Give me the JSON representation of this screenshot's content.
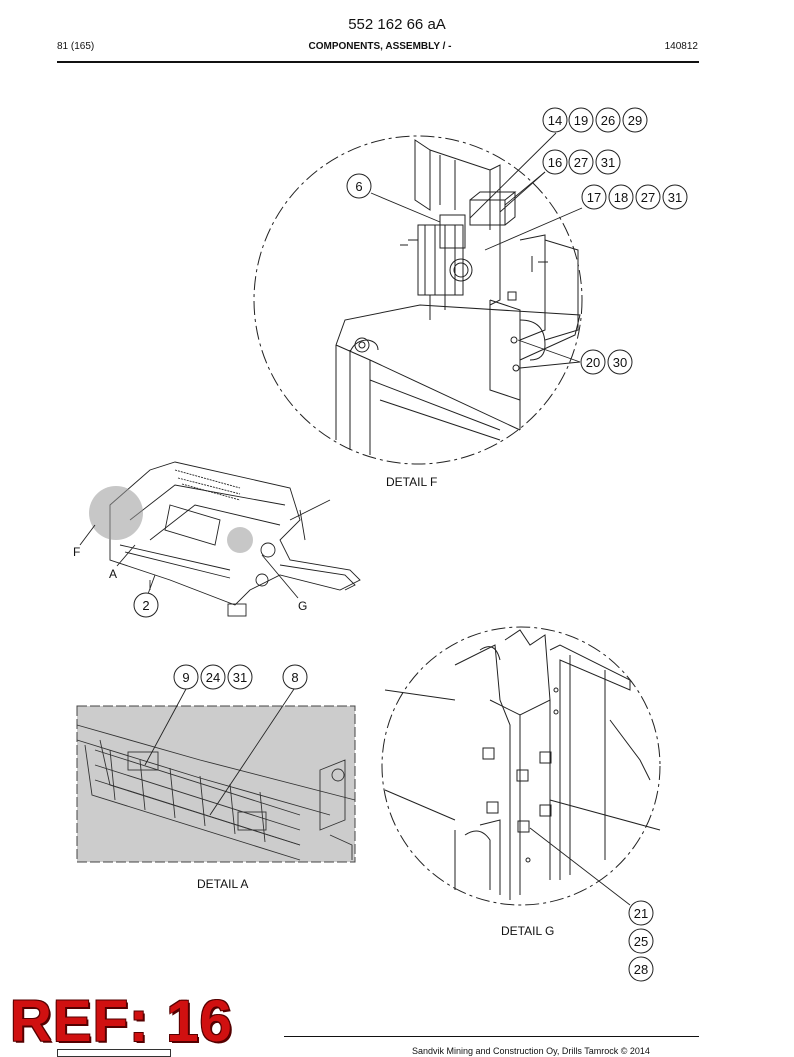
{
  "header": {
    "doc_number": "552 162 66 aA",
    "page": "81 (165)",
    "section": "COMPONENTS, ASSEMBLY / -",
    "date": "140812"
  },
  "details": {
    "f": {
      "caption": "DETAIL F",
      "callouts": [
        "14",
        "19",
        "26",
        "29",
        "16",
        "27",
        "31",
        "6",
        "17",
        "18",
        "27",
        "31",
        "20",
        "30"
      ]
    },
    "overview": {
      "letters": [
        "F",
        "A",
        "G"
      ],
      "callouts": [
        "2"
      ]
    },
    "a": {
      "caption": "DETAIL A",
      "callouts": [
        "9",
        "24",
        "31",
        "8"
      ]
    },
    "g": {
      "caption": "DETAIL G",
      "callouts": [
        "21",
        "25",
        "28"
      ]
    }
  },
  "stamp": "REF: 16",
  "footer": {
    "text": "Sandvik Mining and Construction Oy, Drills Tamrock © 2014"
  },
  "colors": {
    "stamp": "#d01010",
    "detail_a_fill": "#cccccc",
    "line": "#222222"
  }
}
